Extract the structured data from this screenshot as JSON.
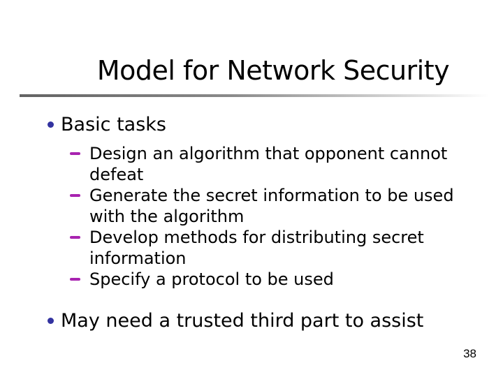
{
  "slide": {
    "title": "Model for Network Security",
    "bullets": [
      {
        "label": "Basic tasks",
        "subitems": [
          {
            "lines": [
              "Design an algorithm that opponent cannot",
              "defeat"
            ]
          },
          {
            "lines": [
              "Generate the secret information to be used",
              "with the algorithm"
            ]
          },
          {
            "lines": [
              "Develop methods for distributing secret",
              "information"
            ]
          },
          {
            "lines": [
              "Specify a protocol to be used"
            ]
          }
        ]
      },
      {
        "label": "May need a trusted third part to assist",
        "subitems": []
      }
    ],
    "page_number": "38",
    "colors": {
      "title_text": "#000000",
      "body_text": "#000000",
      "bullet_dot": "#3333a0",
      "sub_dash": "#a823b0",
      "rule_from": "#636363",
      "rule_to": "#ffffff"
    }
  }
}
